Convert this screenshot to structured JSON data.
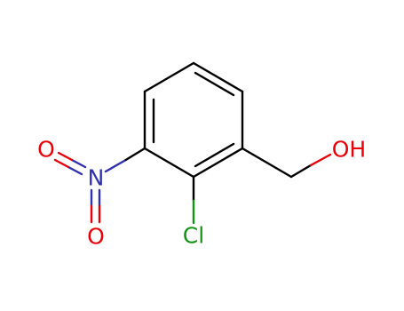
{
  "molecule": {
    "colors": {
      "carbon_bond": "#000000",
      "oxygen": "#e8000b",
      "nitrogen": "#3030b0",
      "chlorine": "#149414",
      "background": "#ffffff"
    },
    "labels": {
      "hydroxyl": "OH",
      "chlorine": "Cl",
      "nitro_nitrogen": "N",
      "nitro_oxygen_top": "O",
      "nitro_oxygen_bottom": "O"
    }
  }
}
